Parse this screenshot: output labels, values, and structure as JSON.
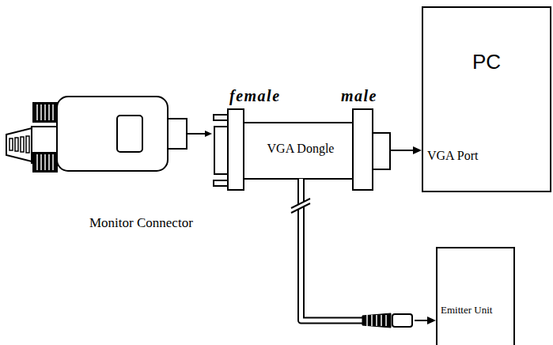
{
  "diagram": {
    "nodes": [
      {
        "text": [
          "Monitor Connector"
        ]
      },
      {
        "text": [
          "VGA Dongle"
        ]
      },
      {
        "text": [
          "PC",
          "VGA Port"
        ]
      },
      {
        "text": [
          "Emitter Unit"
        ]
      }
    ],
    "edges": [
      {
        "from": 0,
        "to": 1,
        "arrow": "to"
      },
      {
        "from": 1,
        "to": 2,
        "arrow": "to"
      },
      {
        "from": 1,
        "to": 3,
        "arrow": "to"
      }
    ],
    "labels": [
      "female",
      "male"
    ]
  }
}
